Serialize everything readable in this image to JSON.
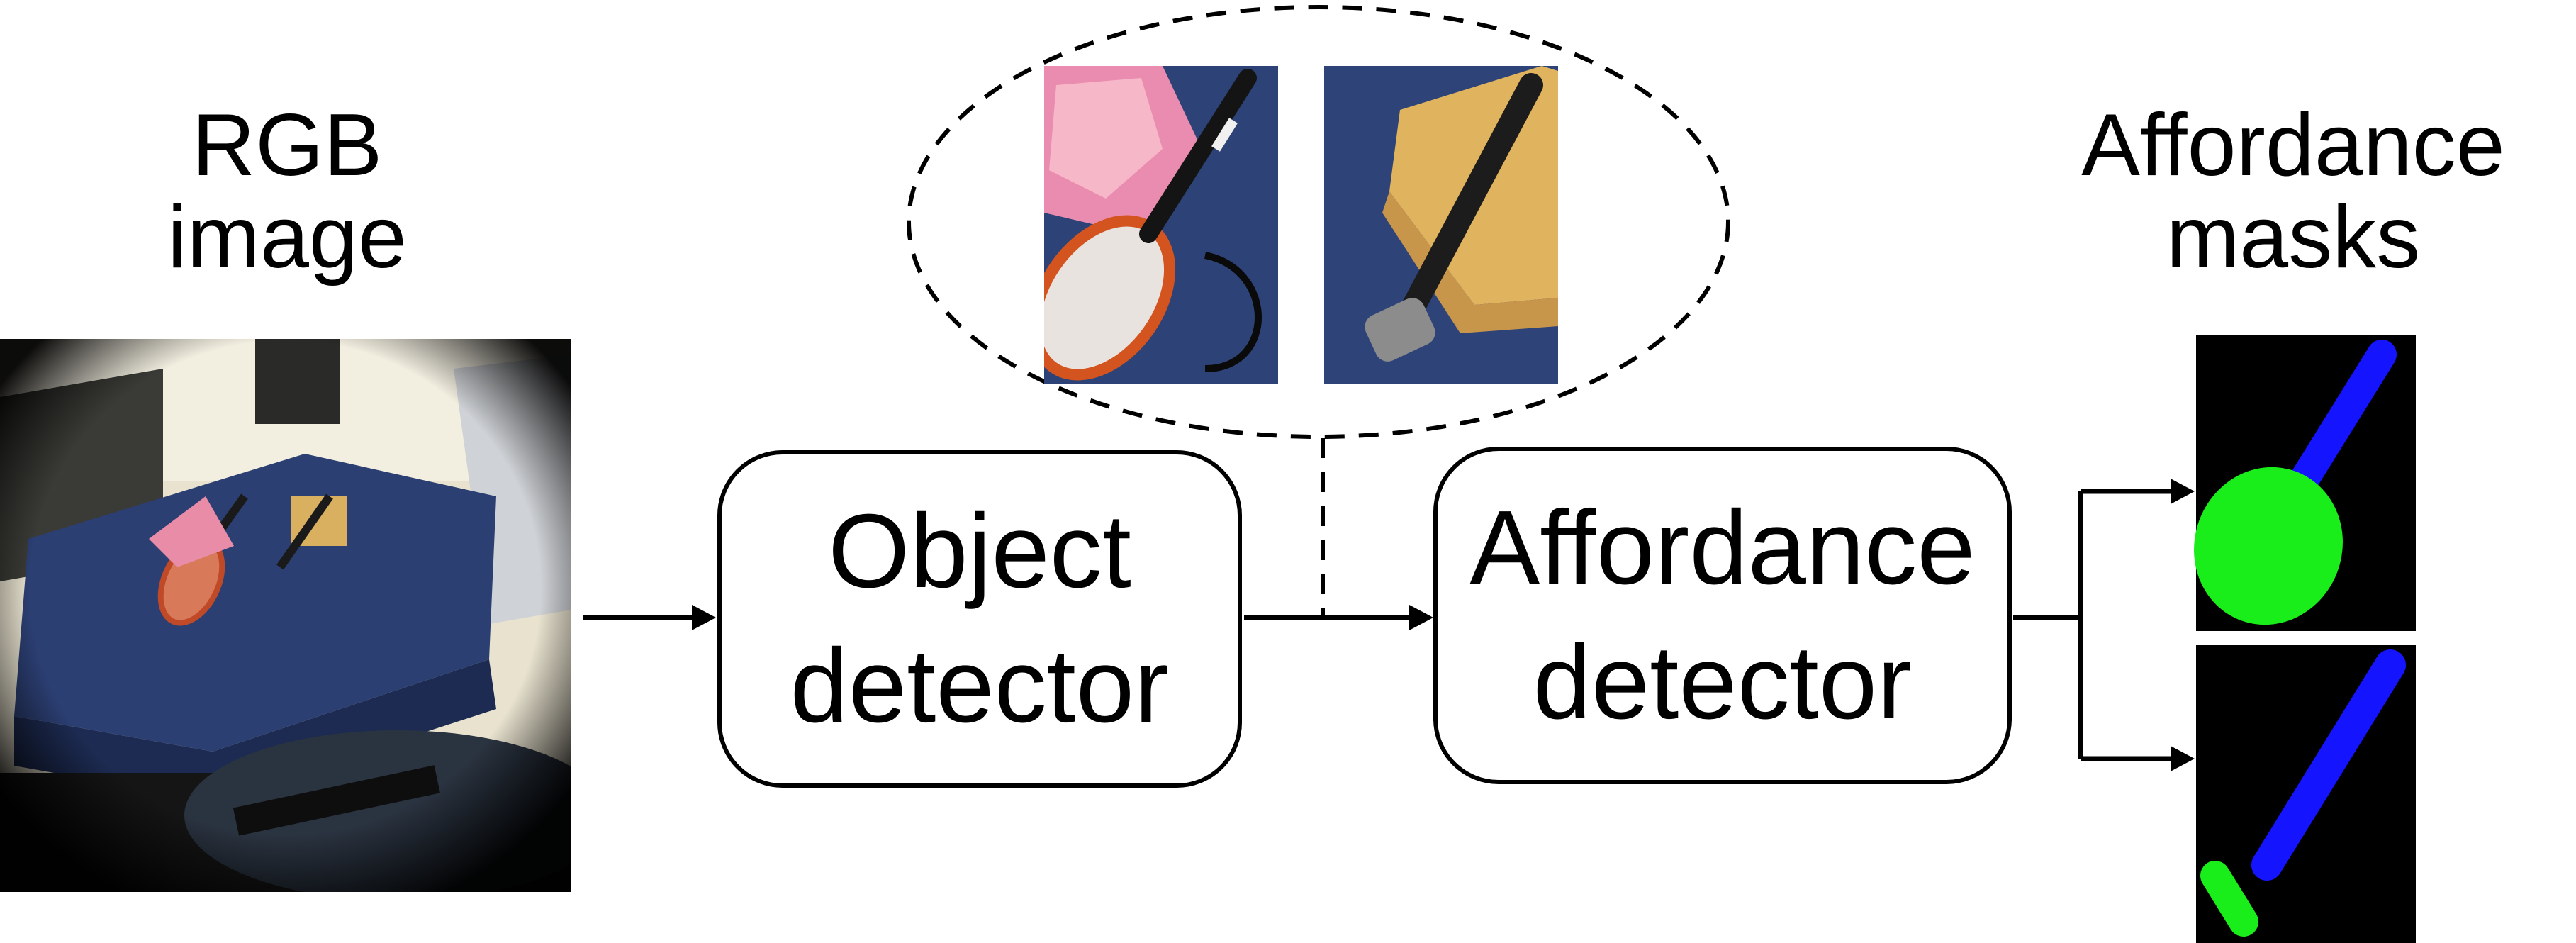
{
  "inputs": {
    "rgb_caption": [
      "RGB",
      "image"
    ]
  },
  "blocks": {
    "object_detector": [
      "Object",
      "detector"
    ],
    "affordance_detector": [
      "Affordance",
      "detector"
    ]
  },
  "outputs": {
    "masks_caption": [
      "Affordance",
      "masks"
    ]
  },
  "colors": {
    "mask_background": "#000000",
    "affordance_blue": "#1414ff",
    "affordance_green": "#1aee1a",
    "table_cloth": "#2c3f73",
    "line": "#000000"
  }
}
